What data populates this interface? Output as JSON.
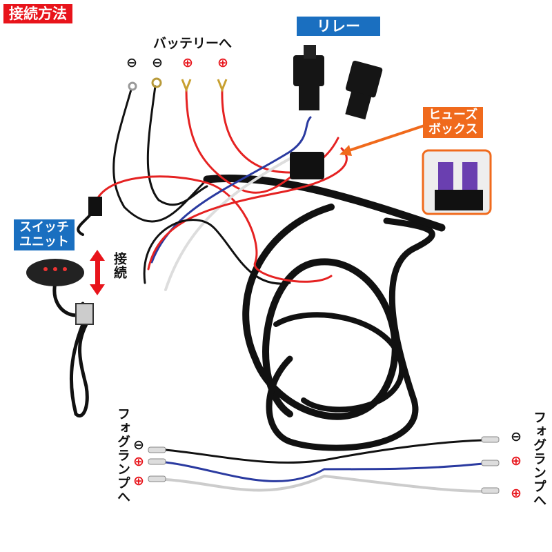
{
  "title": "接続方法",
  "battery": {
    "label": "バッテリーへ",
    "terminals": [
      "⊖",
      "⊖",
      "⊕",
      "⊕"
    ]
  },
  "relay": {
    "label": "リレー"
  },
  "fuse_box": {
    "label_line1": "ヒューズ",
    "label_line2": "ボックス"
  },
  "switch_unit": {
    "label_line1": "スイッチ",
    "label_line2": "ユニット",
    "connect_label": "接続"
  },
  "fog_left": {
    "label": "フォグランプへ",
    "terminals": [
      "⊖",
      "⊕",
      "⊕"
    ]
  },
  "fog_right": {
    "label": "フォグランプへ",
    "terminals": [
      "⊖",
      "⊕",
      "⊕"
    ]
  },
  "colors": {
    "red": "#e8141b",
    "blue": "#1a6fc0",
    "orange": "#f06a1c",
    "wire_black": "#111111",
    "wire_red": "#e52222",
    "wire_blue": "#2a3aa0"
  }
}
